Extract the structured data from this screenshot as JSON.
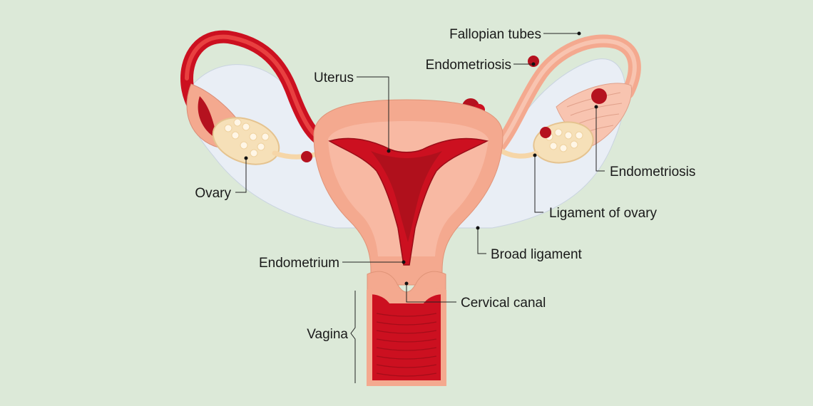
{
  "labels": {
    "fallopian_tubes": "Fallopian tubes",
    "endometriosis_top": "Endometriosis",
    "uterus": "Uterus",
    "endometriosis_right": "Endometriosis",
    "ovary": "Ovary",
    "ligament_of_ovary": "Ligament of ovary",
    "broad_ligament": "Broad ligament",
    "endometrium": "Endometrium",
    "cervical_canal": "Cervical canal",
    "vagina": "Vagina"
  },
  "colors": {
    "background": "#dce9d8",
    "tissue_pink": "#f4a98f",
    "tissue_light": "#f8c4b0",
    "endometrium_red": "#cc1020",
    "dark_red": "#9a0d18",
    "broad_ligament": "#e9eef5",
    "ovary": "#f6e0b8"
  }
}
